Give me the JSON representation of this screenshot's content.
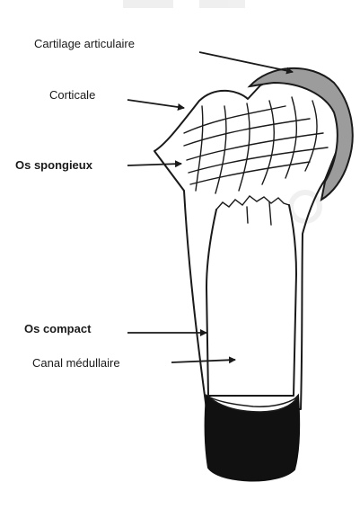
{
  "labels": {
    "cartilage": "Cartilage articulaire",
    "corticale": "Corticale",
    "spongieux": "Os spongieux",
    "compact": "Os compact",
    "canal": "Canal médullaire"
  }
}
